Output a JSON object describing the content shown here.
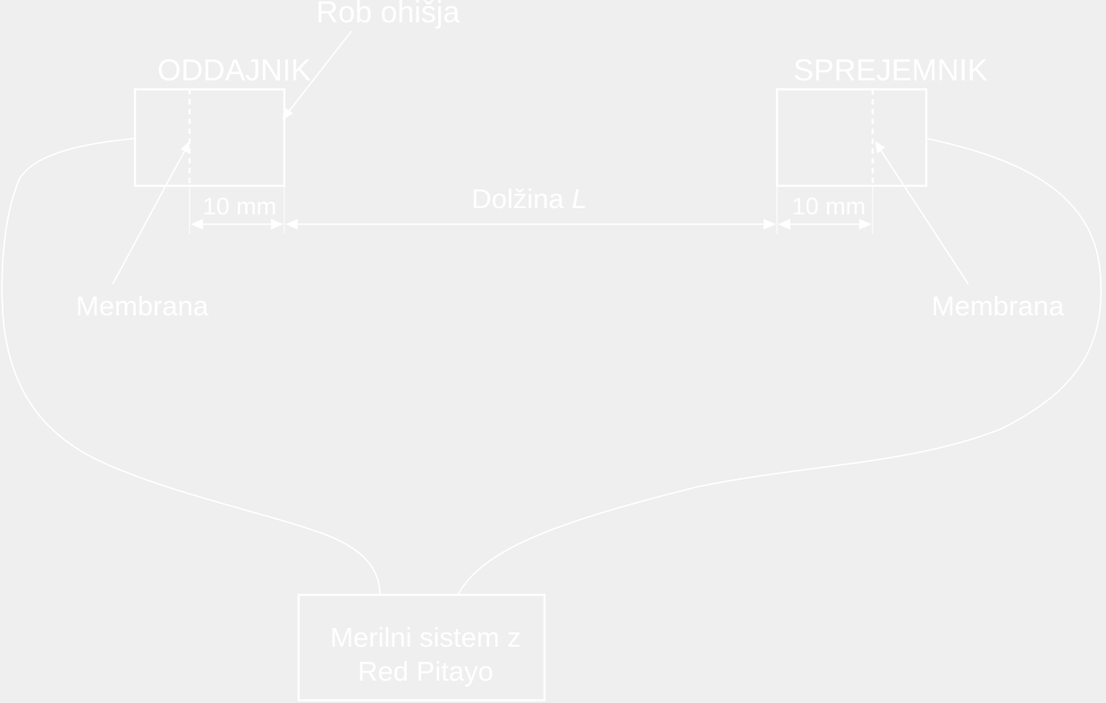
{
  "labels": {
    "housing_edge": "Rob ohišja",
    "transmitter": "ODDAJNIK",
    "receiver": "SPREJEMNIK",
    "length_prefix": "Dolžina ",
    "length_symbol": "L",
    "offset_left": "10 mm",
    "offset_right": "10 mm",
    "membrane_left": "Membrana",
    "membrane_right": "Membrana",
    "system_line1": "Merilni sistem z",
    "system_line2": "Red Pitayo"
  },
  "colors": {
    "background": "#efefef",
    "foreground": "#ffffff"
  }
}
